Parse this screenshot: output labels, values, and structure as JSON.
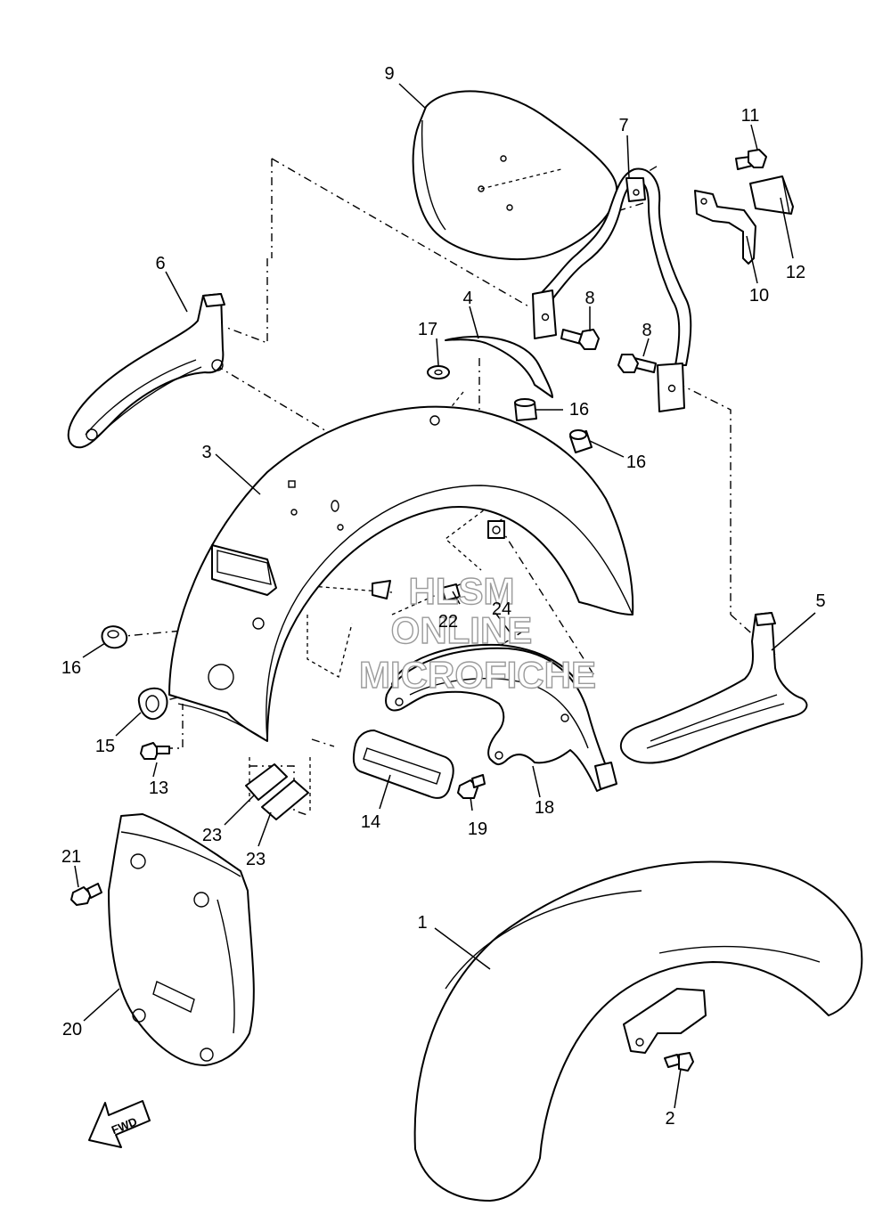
{
  "watermark": {
    "line1": "HLSM",
    "line2": "ONLINE",
    "line3": "MICROFICHE"
  },
  "fwd_label": "FWD",
  "callouts": {
    "c1": "1",
    "c2": "2",
    "c3": "3",
    "c4": "4",
    "c5": "5",
    "c6": "6",
    "c7": "7",
    "c8a": "8",
    "c8b": "8",
    "c9": "9",
    "c10": "10",
    "c11": "11",
    "c12": "12",
    "c13": "13",
    "c14": "14",
    "c15": "15",
    "c16a": "16",
    "c16b": "16",
    "c16c": "16",
    "c17": "17",
    "c18": "18",
    "c19": "19",
    "c20": "20",
    "c21": "21",
    "c22": "22",
    "c23a": "23",
    "c23b": "23",
    "c24": "24"
  }
}
